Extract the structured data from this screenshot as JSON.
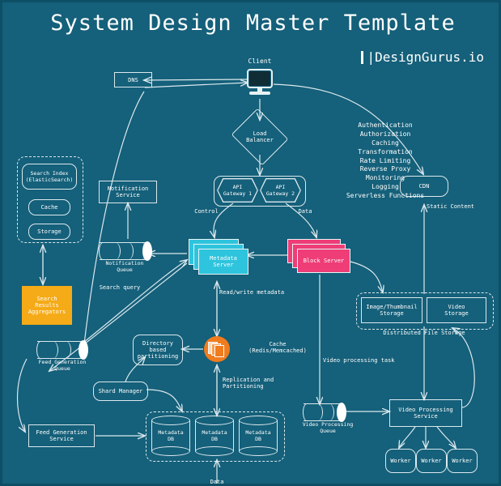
{
  "header": {
    "title": "System Design Master Template",
    "watermark": "|DesignGurus.io"
  },
  "colors": {
    "background": "#15607a",
    "stroke": "#dbe9ee",
    "metadata_server": "#2ec4dd",
    "block_server": "#ee3d77",
    "search_aggregator": "#f5aa17",
    "cache": "#f07c1e",
    "text": "#ffffff"
  },
  "nodes": {
    "client": {
      "label": "Client",
      "icon": "desktop-computer-icon"
    },
    "dns": {
      "label": "DNS"
    },
    "load_balancer": {
      "label": "Load\nBalancer"
    },
    "api_gateway_1": {
      "label": "API\nGateway 1"
    },
    "api_gateway_2": {
      "label": "API\nGateway 2"
    },
    "cdn": {
      "label": "CDN"
    },
    "notification_service": {
      "label": "Notification\nService"
    },
    "notification_queue": {
      "label": "Notification\nQueue"
    },
    "metadata_server": {
      "label": "Metadata\nServer"
    },
    "block_server": {
      "label": "Block Server"
    },
    "search_index": {
      "label": "Search Index\n(ElasticSearch)"
    },
    "search_cache": {
      "label": "Cache"
    },
    "search_storage": {
      "label": "Storage"
    },
    "search_results_aggregators": {
      "label": "Search\nResults\nAggregators"
    },
    "cache": {
      "label": "Cache\n(Redis/Memcached)"
    },
    "directory_based_partitioning": {
      "label": "Directory\nbased\npartitioning"
    },
    "shard_manager": {
      "label": "Shard Manager"
    },
    "feed_generation_queue": {
      "label": "Feed Generation\nQueue"
    },
    "feed_generation_service": {
      "label": "Feed Generation\nService"
    },
    "metadata_db_1": {
      "label": "Metadata\nDB"
    },
    "metadata_db_2": {
      "label": "Metadata\nDB"
    },
    "metadata_db_3": {
      "label": "Metadata\nDB"
    },
    "image_thumbnail_storage": {
      "label": "Image/Thumbnail\nStorage"
    },
    "video_storage": {
      "label": "Video\nStorage"
    },
    "distributed_file_storage": {
      "label": "Distributed File Storage"
    },
    "video_processing_queue": {
      "label": "Video Processing\nQueue"
    },
    "video_processing_service": {
      "label": "Video Processing\nService"
    },
    "worker_1": {
      "label": "Worker"
    },
    "worker_2": {
      "label": "Worker"
    },
    "worker_3": {
      "label": "Worker"
    }
  },
  "gateway_features": "Authentication\nAuthorization\nCaching\nTransformation\nRate Limiting\nReverse Proxy\nMonitoring\nLogging\nServerless Functions",
  "edge_labels": {
    "control": "Control",
    "data": "Data",
    "static_content": "Static Content",
    "search_query": "Search query",
    "read_write_metadata": "Read/write metadata",
    "replication_partitioning": "Replication and\nPartitioning",
    "video_processing_task": "Video processing task",
    "data_bottom": "Data"
  }
}
